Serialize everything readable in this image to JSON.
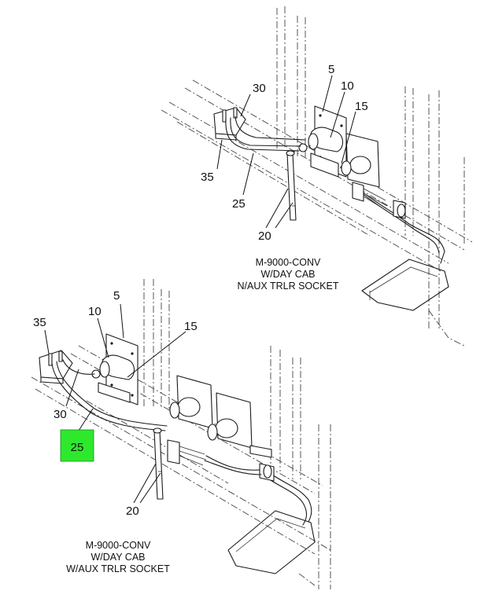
{
  "upper_view": {
    "callouts": {
      "c5": "5",
      "c10": "10",
      "c15": "15",
      "c20": "20",
      "c25": "25",
      "c30": "30",
      "c35": "35"
    },
    "caption": [
      "M-9000-CONV",
      "W/DAY CAB",
      "N/AUX TRLR SOCKET"
    ]
  },
  "lower_view": {
    "callouts": {
      "c5": "5",
      "c10": "10",
      "c15": "15",
      "c20": "20",
      "c25": "25",
      "c30": "30",
      "c35": "35"
    },
    "caption": [
      "M-9000-CONV",
      "W/DAY CAB",
      "W/AUX TRLR SOCKET"
    ]
  },
  "highlight": {
    "callout": "25",
    "color": "#2ee82e"
  }
}
